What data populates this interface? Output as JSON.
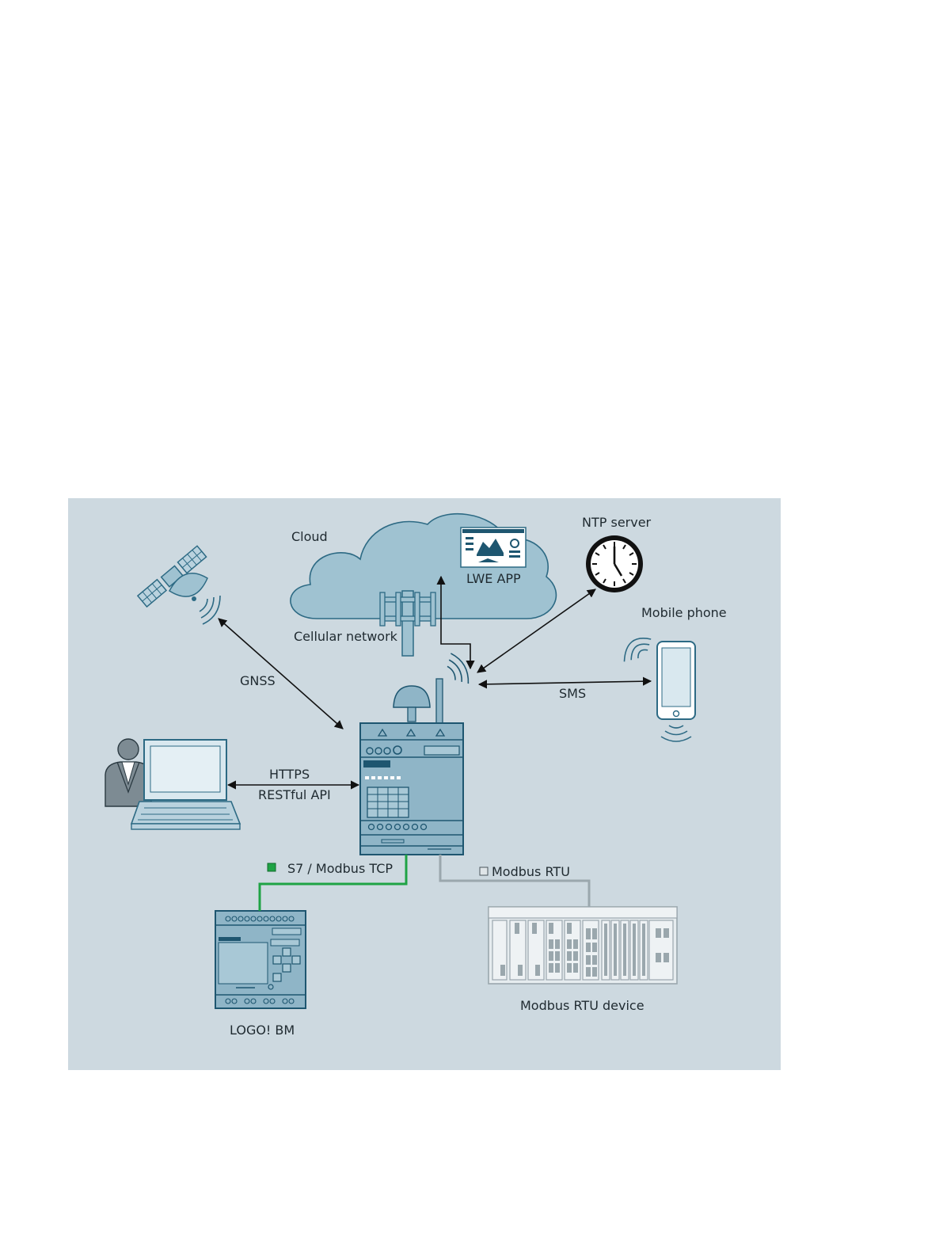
{
  "labels": {
    "cloud": "Cloud",
    "cellular_network": "Cellular network",
    "lwe_app": "LWE APP",
    "ntp_server": "NTP server",
    "mobile_phone": "Mobile phone",
    "gnss": "GNSS",
    "sms": "SMS",
    "https": "HTTPS",
    "restful_api": "RESTful API",
    "s7_modbus_tcp": "S7 / Modbus TCP",
    "modbus_rtu": "Modbus RTU",
    "modbus_rtu_device": "Modbus RTU device",
    "logo_bm": "LOGO! BM"
  },
  "colors": {
    "panel_bg": "#cdd9e0",
    "cloud_fill": "#9fc2d1",
    "device_fill": "#8fb5c7",
    "device_stroke": "#1e5670",
    "tcp_line": "#1fa345",
    "rtu_line": "#9aa7ad"
  },
  "icons": [
    "satellite-icon",
    "cloud-icon",
    "cell-tower-icon",
    "dashboard-icon",
    "clock-icon",
    "phone-icon",
    "laptop-icon",
    "user-icon",
    "router-icon",
    "plc-icon",
    "rack-icon"
  ]
}
